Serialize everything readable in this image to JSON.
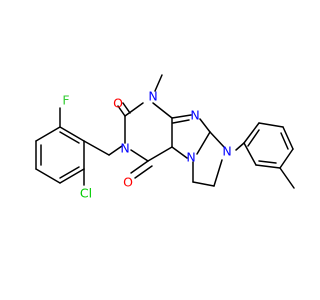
{
  "molecule": {
    "colors": {
      "bond": "#000000",
      "N": "#0000ff",
      "O": "#ff0000",
      "F": "#33cc33",
      "Cl": "#00cc00",
      "background": "#ffffff"
    },
    "labels": {
      "f": "F",
      "cl": "Cl",
      "n_imide": "N",
      "n_methyl": "N",
      "n_imine": "N",
      "n_aryl": "N",
      "n_fused": "N",
      "o_top": "O",
      "o_bottom": "O"
    }
  }
}
